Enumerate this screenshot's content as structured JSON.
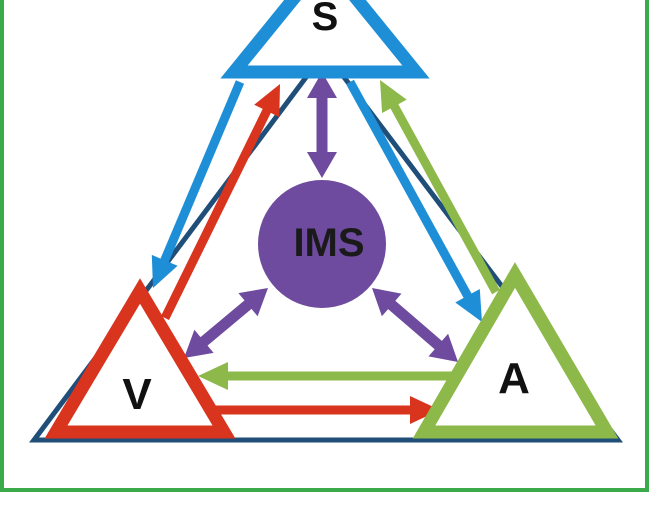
{
  "diagram": {
    "nodes": {
      "top": {
        "label": "S",
        "color": "#1E8FD6"
      },
      "left": {
        "label": "V",
        "color": "#D8341E"
      },
      "right": {
        "label": "A",
        "color": "#8DB84A"
      },
      "center": {
        "label": "IMS",
        "color": "#6E4B9E"
      }
    },
    "outer_triangle_color": "#1F4E79",
    "frame_color": "#3BAA4A",
    "edges": [
      {
        "from": "S",
        "to": "V",
        "color": "#1E8FD6"
      },
      {
        "from": "S",
        "to": "A",
        "color": "#1E8FD6"
      },
      {
        "from": "V",
        "to": "S",
        "color": "#D8341E"
      },
      {
        "from": "V",
        "to": "A",
        "color": "#D8341E"
      },
      {
        "from": "A",
        "to": "S",
        "color": "#8DB84A"
      },
      {
        "from": "A",
        "to": "V",
        "color": "#8DB84A"
      },
      {
        "from": "IMS",
        "to": "S",
        "color": "#6E4B9E",
        "bidirectional": true
      },
      {
        "from": "IMS",
        "to": "V",
        "color": "#6E4B9E",
        "bidirectional": true
      },
      {
        "from": "IMS",
        "to": "A",
        "color": "#6E4B9E",
        "bidirectional": true
      }
    ]
  }
}
